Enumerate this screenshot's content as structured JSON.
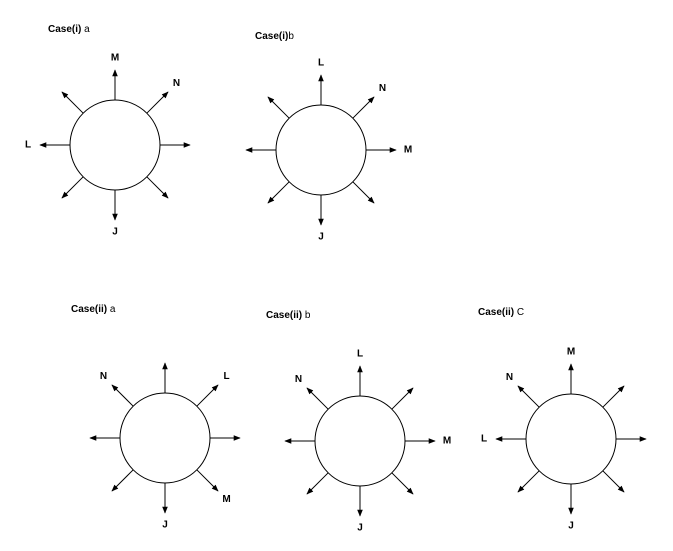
{
  "cases": [
    {
      "title": "Case(i)",
      "suffix": " a",
      "arrows": [
        {
          "dir": "N",
          "label": "M"
        },
        {
          "dir": "NE",
          "label": "N"
        },
        {
          "dir": "E",
          "label": ""
        },
        {
          "dir": "SE",
          "label": ""
        },
        {
          "dir": "S",
          "label": "J"
        },
        {
          "dir": "SW",
          "label": ""
        },
        {
          "dir": "W",
          "label": "L"
        },
        {
          "dir": "NW",
          "label": ""
        }
      ]
    },
    {
      "title": "Case(i)",
      "suffix": "b",
      "arrows": [
        {
          "dir": "N",
          "label": "L"
        },
        {
          "dir": "NE",
          "label": "N"
        },
        {
          "dir": "E",
          "label": "M"
        },
        {
          "dir": "SE",
          "label": ""
        },
        {
          "dir": "S",
          "label": "J"
        },
        {
          "dir": "SW",
          "label": ""
        },
        {
          "dir": "W",
          "label": ""
        },
        {
          "dir": "NW",
          "label": ""
        }
      ]
    },
    {
      "title": "Case(ii)",
      "suffix": " a",
      "arrows": [
        {
          "dir": "N",
          "label": ""
        },
        {
          "dir": "NE",
          "label": "L"
        },
        {
          "dir": "E",
          "label": ""
        },
        {
          "dir": "SE",
          "label": "M"
        },
        {
          "dir": "S",
          "label": "J"
        },
        {
          "dir": "SW",
          "label": ""
        },
        {
          "dir": "W",
          "label": ""
        },
        {
          "dir": "NW",
          "label": "N"
        }
      ]
    },
    {
      "title": "Case(ii)",
      "suffix": " b",
      "arrows": [
        {
          "dir": "N",
          "label": "L"
        },
        {
          "dir": "NE",
          "label": ""
        },
        {
          "dir": "E",
          "label": "M"
        },
        {
          "dir": "SE",
          "label": ""
        },
        {
          "dir": "S",
          "label": "J"
        },
        {
          "dir": "SW",
          "label": ""
        },
        {
          "dir": "W",
          "label": ""
        },
        {
          "dir": "NW",
          "label": "N"
        }
      ]
    },
    {
      "title": "Case(ii)",
      "suffix": " C",
      "arrows": [
        {
          "dir": "N",
          "label": "M"
        },
        {
          "dir": "NE",
          "label": ""
        },
        {
          "dir": "E",
          "label": ""
        },
        {
          "dir": "SE",
          "label": ""
        },
        {
          "dir": "S",
          "label": "J"
        },
        {
          "dir": "SW",
          "label": ""
        },
        {
          "dir": "W",
          "label": "L"
        },
        {
          "dir": "NW",
          "label": "N"
        }
      ]
    }
  ]
}
